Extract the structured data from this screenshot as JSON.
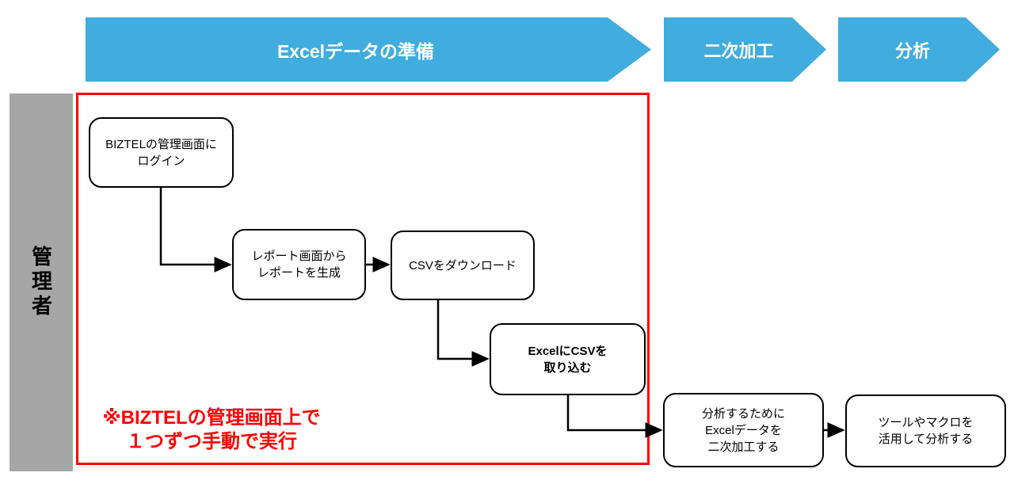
{
  "colors": {
    "banner_blue": "#41ACDE",
    "lane_gray": "#A6A6A6",
    "accent_red": "#FF0000",
    "node_border": "#000000"
  },
  "banners": [
    {
      "label": "Excelデータの準備"
    },
    {
      "label": "二次加工"
    },
    {
      "label": "分析"
    }
  ],
  "lane": {
    "label": "管理者"
  },
  "nodes": [
    {
      "lines": [
        "BIZTELの管理画面に",
        "ログイン"
      ]
    },
    {
      "lines": [
        "レポート画面から",
        "レポートを生成"
      ]
    },
    {
      "lines": [
        "CSVをダウンロード"
      ]
    },
    {
      "lines": [
        "ExcelにCSVを",
        "取り込む"
      ]
    },
    {
      "lines": [
        "分析するために",
        "Excelデータを",
        "二次加工する"
      ]
    },
    {
      "lines": [
        "ツールやマクロを",
        "活用して分析する"
      ]
    }
  ],
  "note": {
    "lines": [
      "※BIZTELの管理画面上で",
      "１つずつ手動で実行"
    ]
  }
}
